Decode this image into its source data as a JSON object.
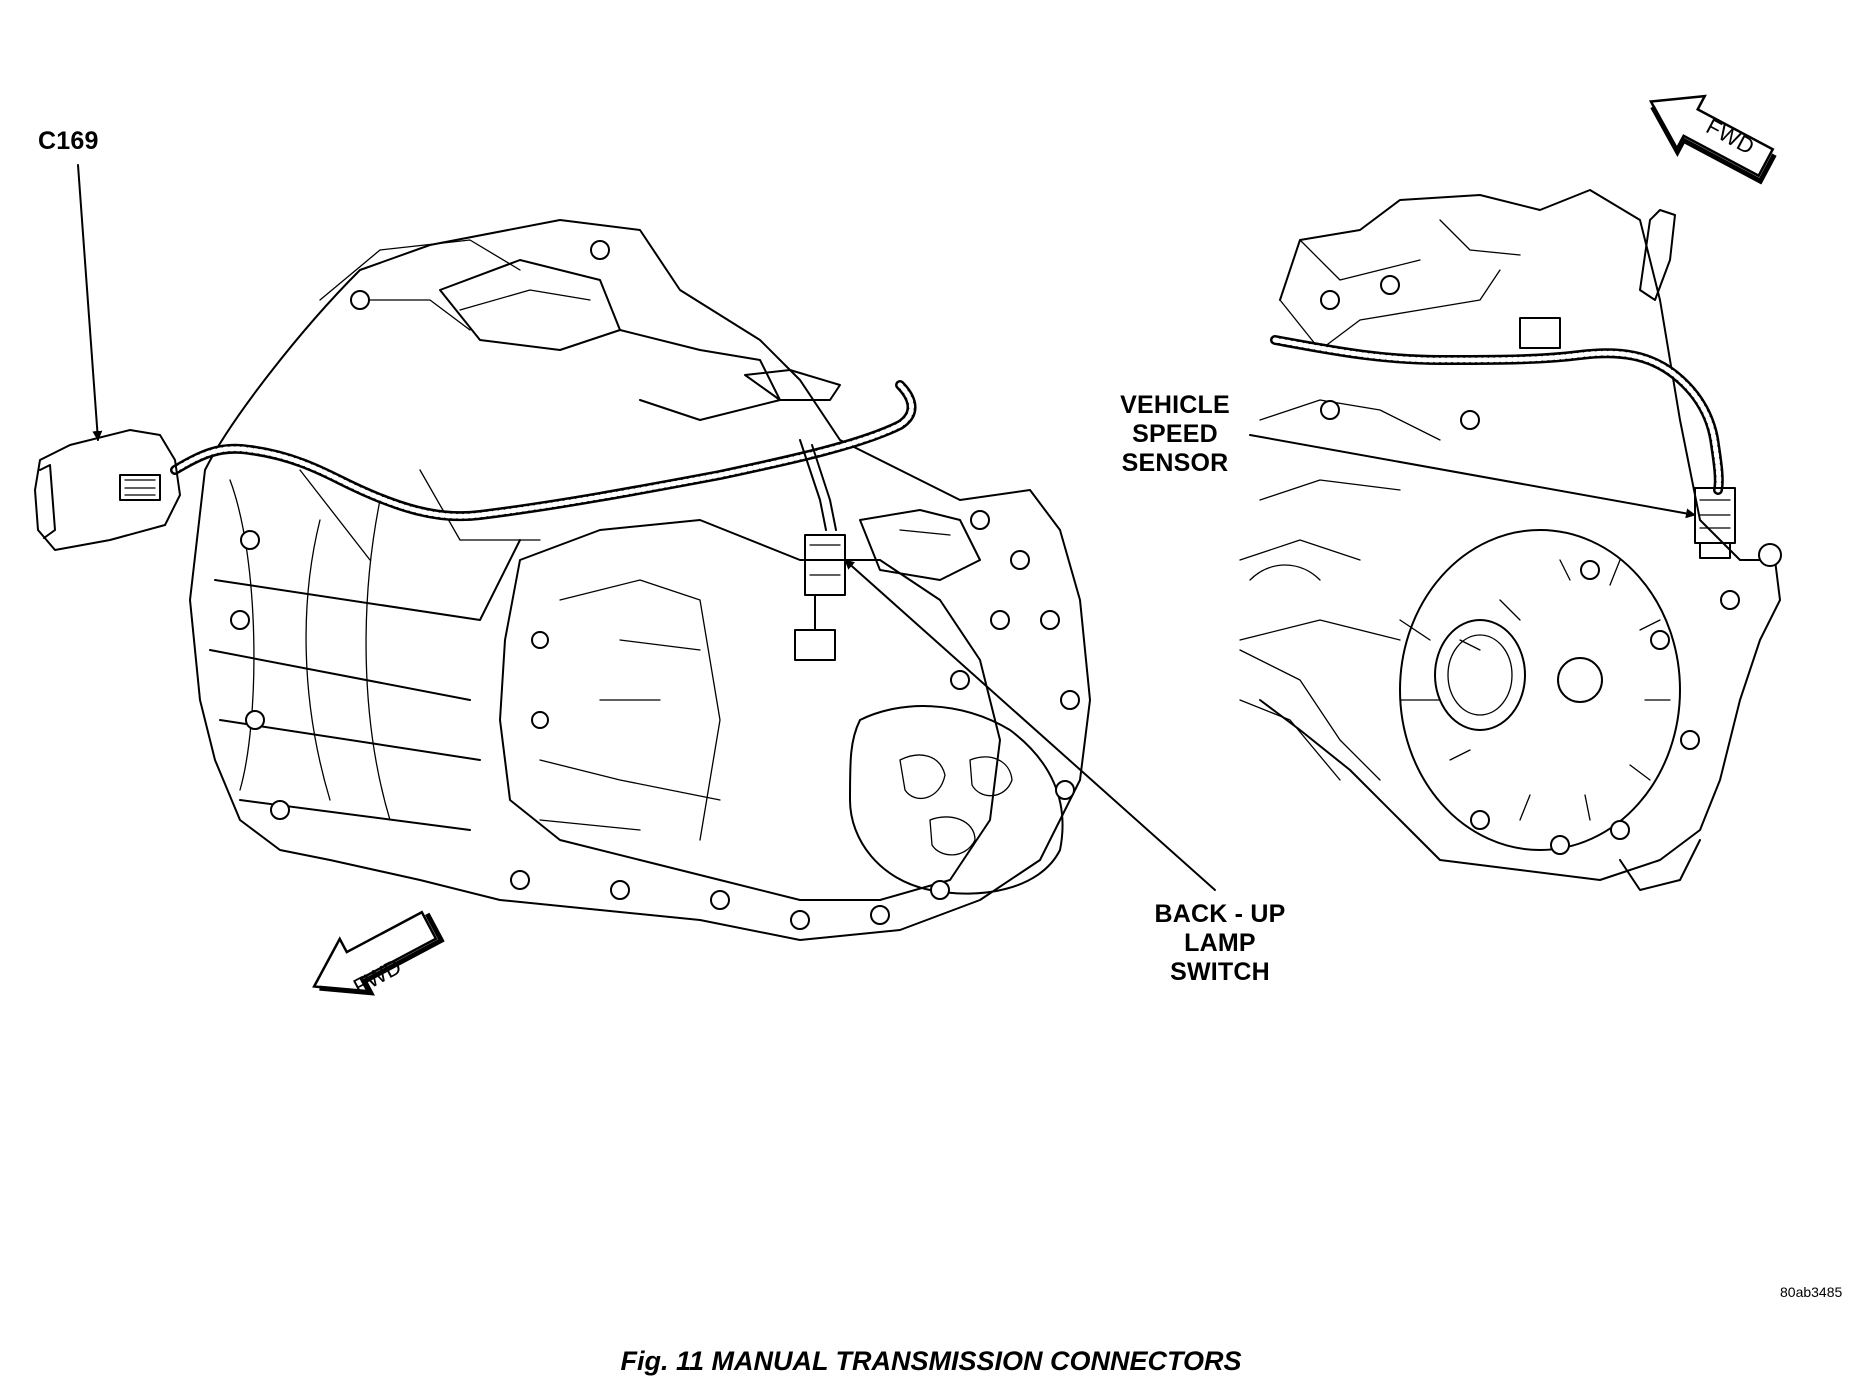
{
  "labels": {
    "connector": "C169",
    "vehicle_speed_sensor": [
      "VEHICLE",
      "SPEED",
      "SENSOR"
    ],
    "backup_lamp_switch": [
      "BACK - UP",
      "LAMP",
      "SWITCH"
    ],
    "fwd_left": "FWD",
    "fwd_right": "FWD"
  },
  "figure_id": "80ab3485",
  "caption": "Fig. 11 MANUAL TRANSMISSION CONNECTORS"
}
